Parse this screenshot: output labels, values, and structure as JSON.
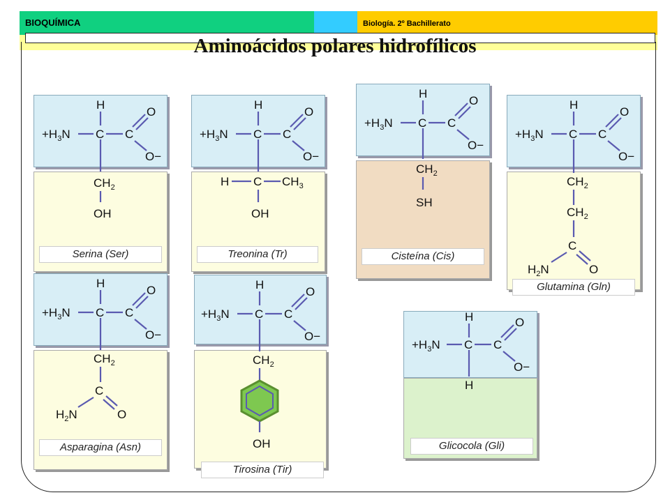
{
  "header": {
    "subject": "BIOQUÍMICA",
    "course": "Biología. 2º Bachillerato",
    "colors": {
      "left": "#10d080",
      "middle": "#33ccff",
      "right": "#ffcc00",
      "underline": "#ffff99"
    }
  },
  "slide": {
    "title": "Aminoácidos polares hidrofílicos"
  },
  "backbone": {
    "h": "H",
    "amino": "+H3N",
    "c_alpha": "C",
    "c_carboxyl": "C",
    "o1": "O",
    "o2": "O−"
  },
  "amino_acids": [
    {
      "name": "Serina (Ser)",
      "side_chain": [
        "CH2",
        "OH"
      ],
      "panel_color": "#fdfde0"
    },
    {
      "name": "Treonina (Tr)",
      "side_chain": [
        "H",
        "C",
        "CH3",
        "OH"
      ],
      "panel_color": "#fdfde0"
    },
    {
      "name": "Cisteína (Cis)",
      "side_chain": [
        "CH2",
        "SH"
      ],
      "panel_color": "#f1dcc2"
    },
    {
      "name": "Glutamina (Gln)",
      "side_chain": [
        "CH2",
        "CH2",
        "C",
        "H2N",
        "O"
      ],
      "panel_color": "#fdfde0"
    },
    {
      "name": "Asparagina (Asn)",
      "side_chain": [
        "CH2",
        "C",
        "H2N",
        "O"
      ],
      "panel_color": "#fdfde0"
    },
    {
      "name": "Tirosina (Tir)",
      "side_chain": [
        "CH2",
        "OH"
      ],
      "panel_color": "#fdfde0"
    },
    {
      "name": "Glicocola (Gli)",
      "side_chain": [
        "H"
      ],
      "panel_color": "#dcf2cc"
    }
  ]
}
